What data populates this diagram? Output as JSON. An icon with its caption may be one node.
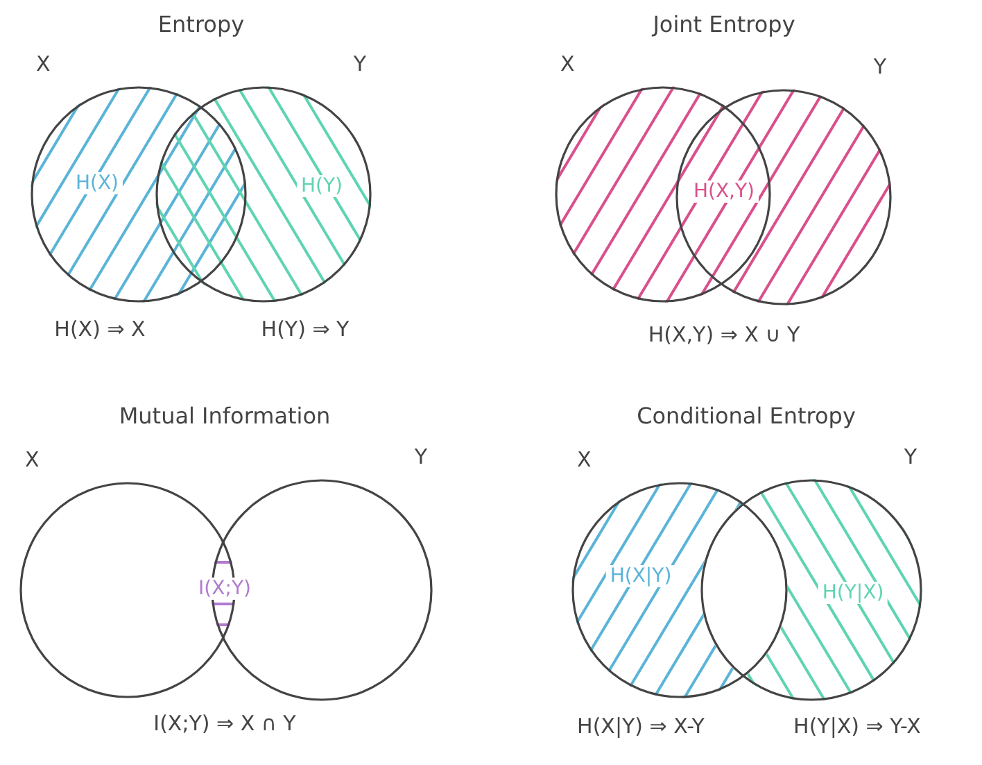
{
  "diagram": {
    "nodes": [
      {
        "text": [
          "X",
          "H(X)"
        ]
      },
      {
        "text": [
          "Y",
          "H(Y)"
        ]
      },
      {
        "text": [
          "X"
        ]
      },
      {
        "text": [
          "Y"
        ]
      },
      {
        "text": [
          "X"
        ]
      },
      {
        "text": [
          "Y"
        ]
      },
      {
        "text": [
          "X",
          "H(X|Y)"
        ]
      },
      {
        "text": [
          "Y",
          "H(Y|X)"
        ]
      }
    ],
    "edges": [],
    "labels": [
      "Entropy",
      "H(X) ⇒ X",
      "H(Y) ⇒ Y",
      "Joint Entropy",
      "H(X,Y)",
      "H(X,Y) ⇒ X ∪ Y",
      "Mutual Information",
      "I(X;Y)",
      "I(X;Y) ⇒ X ∩ Y",
      "Conditional Entropy",
      "H(X|Y) ⇒ X-Y",
      "H(Y|X) ⇒ Y-X"
    ]
  }
}
